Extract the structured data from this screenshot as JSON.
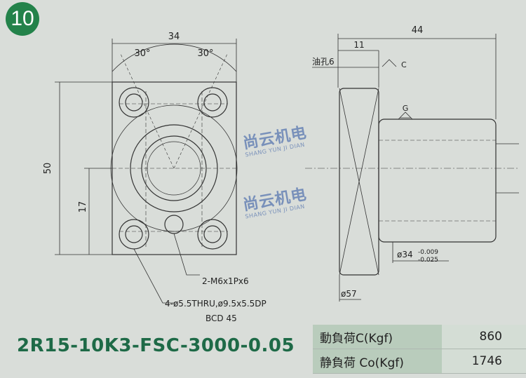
{
  "badge": "10",
  "model": "2R15-10K3-FSC-3000-0.05",
  "front_view": {
    "width_label": "34",
    "angle_left": "30°",
    "angle_right": "30°",
    "height_label": "50",
    "center_height_label": "17",
    "tap_note": "2-M6x1Px6",
    "hole_note": "4-ø5.5THRU,ø9.5x5.5DP",
    "bcd_note": "BCD 45"
  },
  "side_view": {
    "length_label": "44",
    "flange_label": "11",
    "oil_hole_label": "油孔6",
    "fit_label": "ø34",
    "tol_upper": "-0.009",
    "tol_lower": "-0.025",
    "flange_dia_label": "ø57",
    "datum_g": "G",
    "datum_c": "C"
  },
  "loads": [
    {
      "label": "動負荷C(Kgf)",
      "value": "860"
    },
    {
      "label": "静負荷 Co(Kgf)",
      "value": "1746"
    }
  ],
  "watermark": {
    "cn": "尚云机电",
    "en": "SHANG YUN JI DIAN"
  },
  "colors": {
    "accent": "#23824a",
    "model_text": "#1e6a47",
    "table_label_bg": "#b9ccbc"
  }
}
